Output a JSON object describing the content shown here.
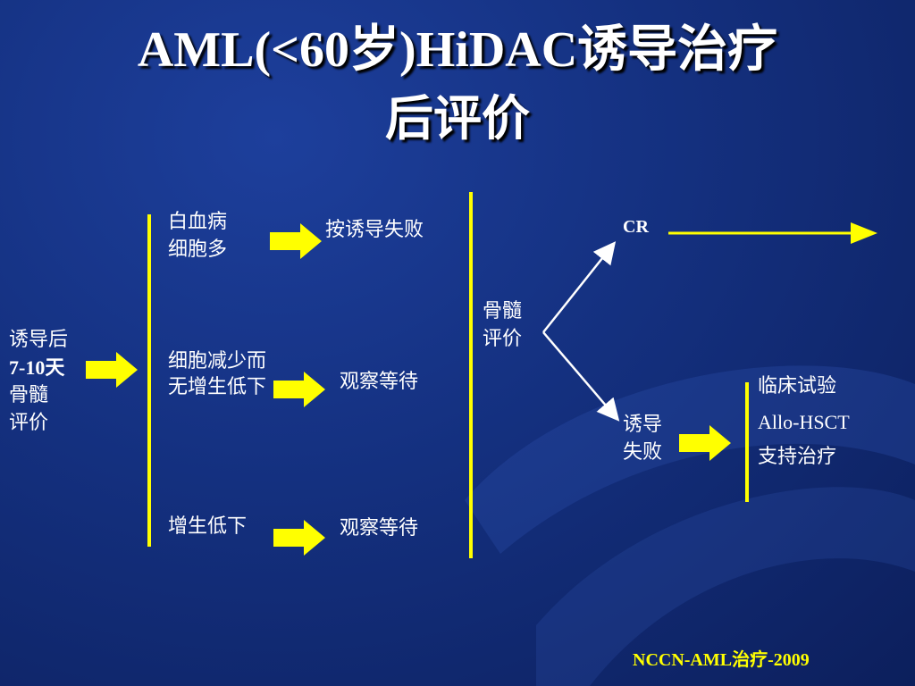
{
  "slide": {
    "title_line1": "AML(<60岁)HiDAC诱导治疗",
    "title_line2": "后评价"
  },
  "diagram": {
    "start_label": [
      "诱导后",
      "7-10天",
      "骨髓",
      "评价"
    ],
    "branches": [
      {
        "condition": [
          "白血病",
          "细胞多"
        ],
        "outcome": "按诱导失败"
      },
      {
        "condition": [
          "细胞减少而",
          "无增生低下"
        ],
        "outcome": "观察等待"
      },
      {
        "condition": [
          "增生低下"
        ],
        "outcome": "观察等待"
      }
    ],
    "marrow_eval": [
      "骨髓",
      "评价"
    ],
    "cr_label": "CR",
    "failure_label": [
      "诱导",
      "失败"
    ],
    "failure_options": [
      "临床试验",
      "Allo-HSCT",
      "支持治疗"
    ]
  },
  "footer": {
    "source": "NCCN-AML治疗-2009"
  },
  "colors": {
    "background": "#14307f",
    "accent": "#ffff00",
    "text": "#ffffff"
  }
}
